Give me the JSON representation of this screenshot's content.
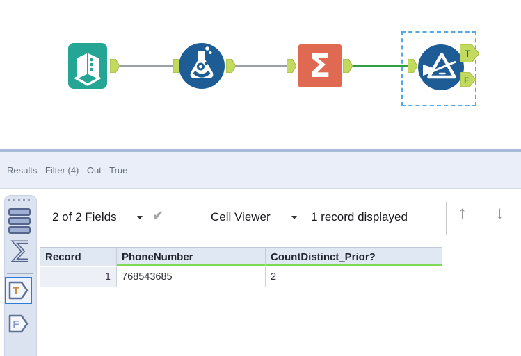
{
  "canvas": {
    "tools": {
      "summarize_glyph": "Σ"
    },
    "anchors": {
      "true_label": "T",
      "false_label": "F"
    }
  },
  "results_panel": {
    "title": "Results - Filter (4) - Out - True",
    "toolbar": {
      "fields_summary": "2 of 2 Fields",
      "checkmark": "✔",
      "cell_viewer": "Cell Viewer",
      "records_displayed": "1 record displayed",
      "up_arrow": "↑",
      "down_arrow": "↓"
    },
    "sidebar": {
      "true_anchor": "T",
      "false_anchor": "F"
    },
    "table": {
      "columns": [
        "Record",
        "PhoneNumber",
        "CountDistinct_Prior?"
      ],
      "rows": [
        {
          "record": "1",
          "phone_number": "768543685",
          "count_distinct_prior": "2"
        }
      ]
    }
  },
  "colors": {
    "tool_blue": "#1d5c94",
    "tool_teal": "#25a593",
    "tool_salmon": "#e06a51",
    "anchor_green_fill": "#c3da5f",
    "connection_selected_green": "#2f9e44",
    "header_underline_green": "#7ed957",
    "selection_blue": "#2e7cd6"
  }
}
